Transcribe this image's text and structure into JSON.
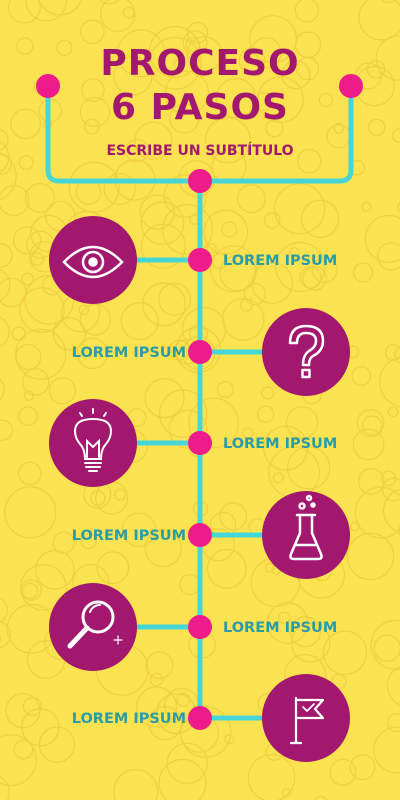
{
  "title_line1": "PROCESO",
  "title_line2": "6 PASOS",
  "subtitle": "ESCRIBE UN SUBTÍTULO",
  "colors": {
    "background": "#FBE250",
    "accent": "#A3186F",
    "dot": "#EE1C8A",
    "line": "#46D6D6",
    "label": "#2A9CA7"
  },
  "steps": [
    {
      "label": "LOREM IPSUM",
      "icon": "eye-icon",
      "side": "left"
    },
    {
      "label": "LOREM IPSUM",
      "icon": "question-mark-icon",
      "side": "right"
    },
    {
      "label": "LOREM IPSUM",
      "icon": "lightbulb-icon",
      "side": "left"
    },
    {
      "label": "LOREM IPSUM",
      "icon": "flask-icon",
      "side": "right"
    },
    {
      "label": "LOREM IPSUM",
      "icon": "magnifier-icon",
      "side": "left"
    },
    {
      "label": "LOREM IPSUM",
      "icon": "flag-icon",
      "side": "right"
    }
  ]
}
